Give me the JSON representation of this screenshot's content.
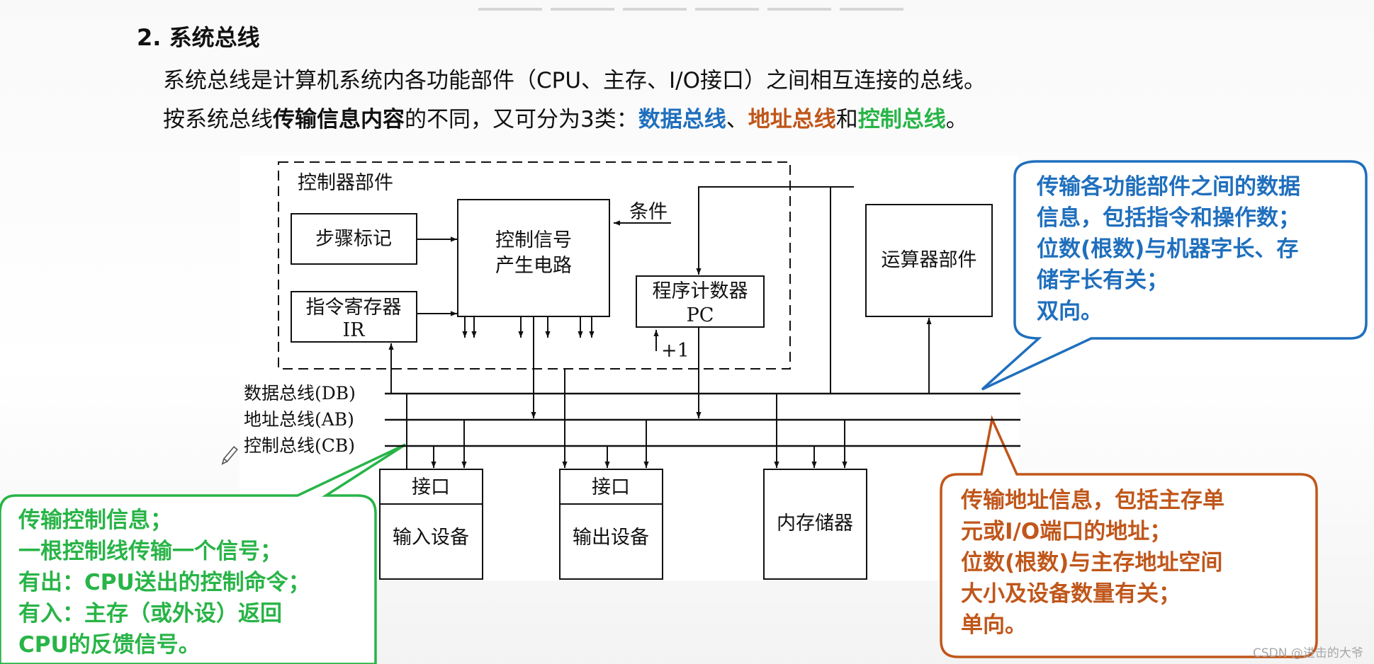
{
  "heading": "2. 系统总线",
  "line1": "系统总线是计算机系统内各功能部件（CPU、主存、I/O接口）之间相互连接的总线。",
  "line2": {
    "p1": "按系统总线",
    "p2": "传输信息内容",
    "p3": "的不同，又可分为3类：",
    "data_bus": "数据总线",
    "sep1": "、",
    "addr_bus": "地址总线",
    "sep2": "和",
    "ctrl_bus": "控制总线",
    "end": "。"
  },
  "diagram": {
    "controller_group": "控制器部件",
    "step_marker": "步骤标记",
    "signal_gen_1": "控制信号",
    "signal_gen_2": "产生电路",
    "condition": "条件",
    "ir_1": "指令寄存器",
    "ir_2": "IR",
    "pc_1": "程序计数器",
    "pc_2": "PC",
    "plus_one": "+1",
    "alu": "运算器部件",
    "db_label": "数据总线(DB)",
    "ab_label": "地址总线(AB)",
    "cb_label": "控制总线(CB)",
    "interface": "接口",
    "input_device": "输入设备",
    "output_device": "输出设备",
    "memory": "内存储器"
  },
  "callouts": {
    "data": [
      "传输各功能部件之间的数据",
      "信息，包括指令和操作数；",
      "位数(根数)与机器字长、存",
      "储字长有关；",
      "双向。"
    ],
    "control": [
      "传输控制信息；",
      "一根控制线传输一个信号；",
      "有出：CPU送出的控制命令；",
      "有入：主存（或外设）返回",
      "CPU的反馈信号。"
    ],
    "address": [
      "传输地址信息，包括主存单",
      "元或I/O端口的地址；",
      "位数(根数)与主存地址空间",
      "大小及设备数量有关；",
      "单向。"
    ]
  },
  "watermark": "CSDN @进击的大爷",
  "colors": {
    "data": "#1f6fbd",
    "address": "#c0561a",
    "control": "#28b447"
  },
  "icons": [
    "pencil-icon"
  ]
}
